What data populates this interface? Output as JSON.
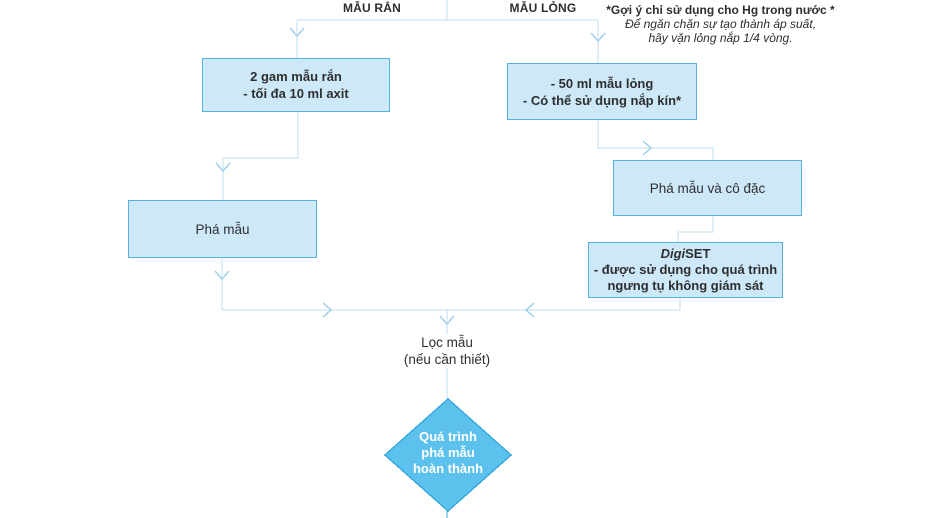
{
  "header": {
    "left_branch_label": "MẪU RẮN",
    "right_branch_label": "MẪU LỎNG",
    "note": {
      "line1": "*Gợi ý chỉ sử dụng cho Hg trong nước *",
      "line2": "Để ngăn chặn sự tạo thành áp suất,",
      "line3": "hãy vặn lỏng nắp 1/4 vòng."
    }
  },
  "nodes": {
    "solid_sample": {
      "line1": "2 gam mẫu rắn",
      "line2": "- tối đa 10 ml axit"
    },
    "liquid_sample": {
      "line1": "- 50 ml mẫu lỏng",
      "line2": "- Có thể sử dụng nắp kín*"
    },
    "digest": {
      "label": "Phá mẫu"
    },
    "digest_concentrate": {
      "label": "Phá mẫu và cô đặc"
    },
    "digiset": {
      "name_italic": "Digi",
      "name_bold": "SET",
      "line2": "- được sử dụng cho quá trình",
      "line3": "ngưng tụ không giám sát"
    },
    "filter": {
      "line1": "Lọc mẫu",
      "line2": "(nếu cần thiết)"
    },
    "complete": {
      "line1": "Quá trình",
      "line2": "phá mẫu",
      "line3": "hoàn thành"
    }
  },
  "colors": {
    "box_fill": "#cde9f9",
    "box_border": "#56b3e1",
    "line": "#bfdff0",
    "arrow": "#a5d3ec",
    "diamond_fill": "#5cc2ed",
    "diamond_border": "#3aa9dc",
    "text_dark": "#2e2e2e",
    "diamond_text": "#ffffff"
  }
}
